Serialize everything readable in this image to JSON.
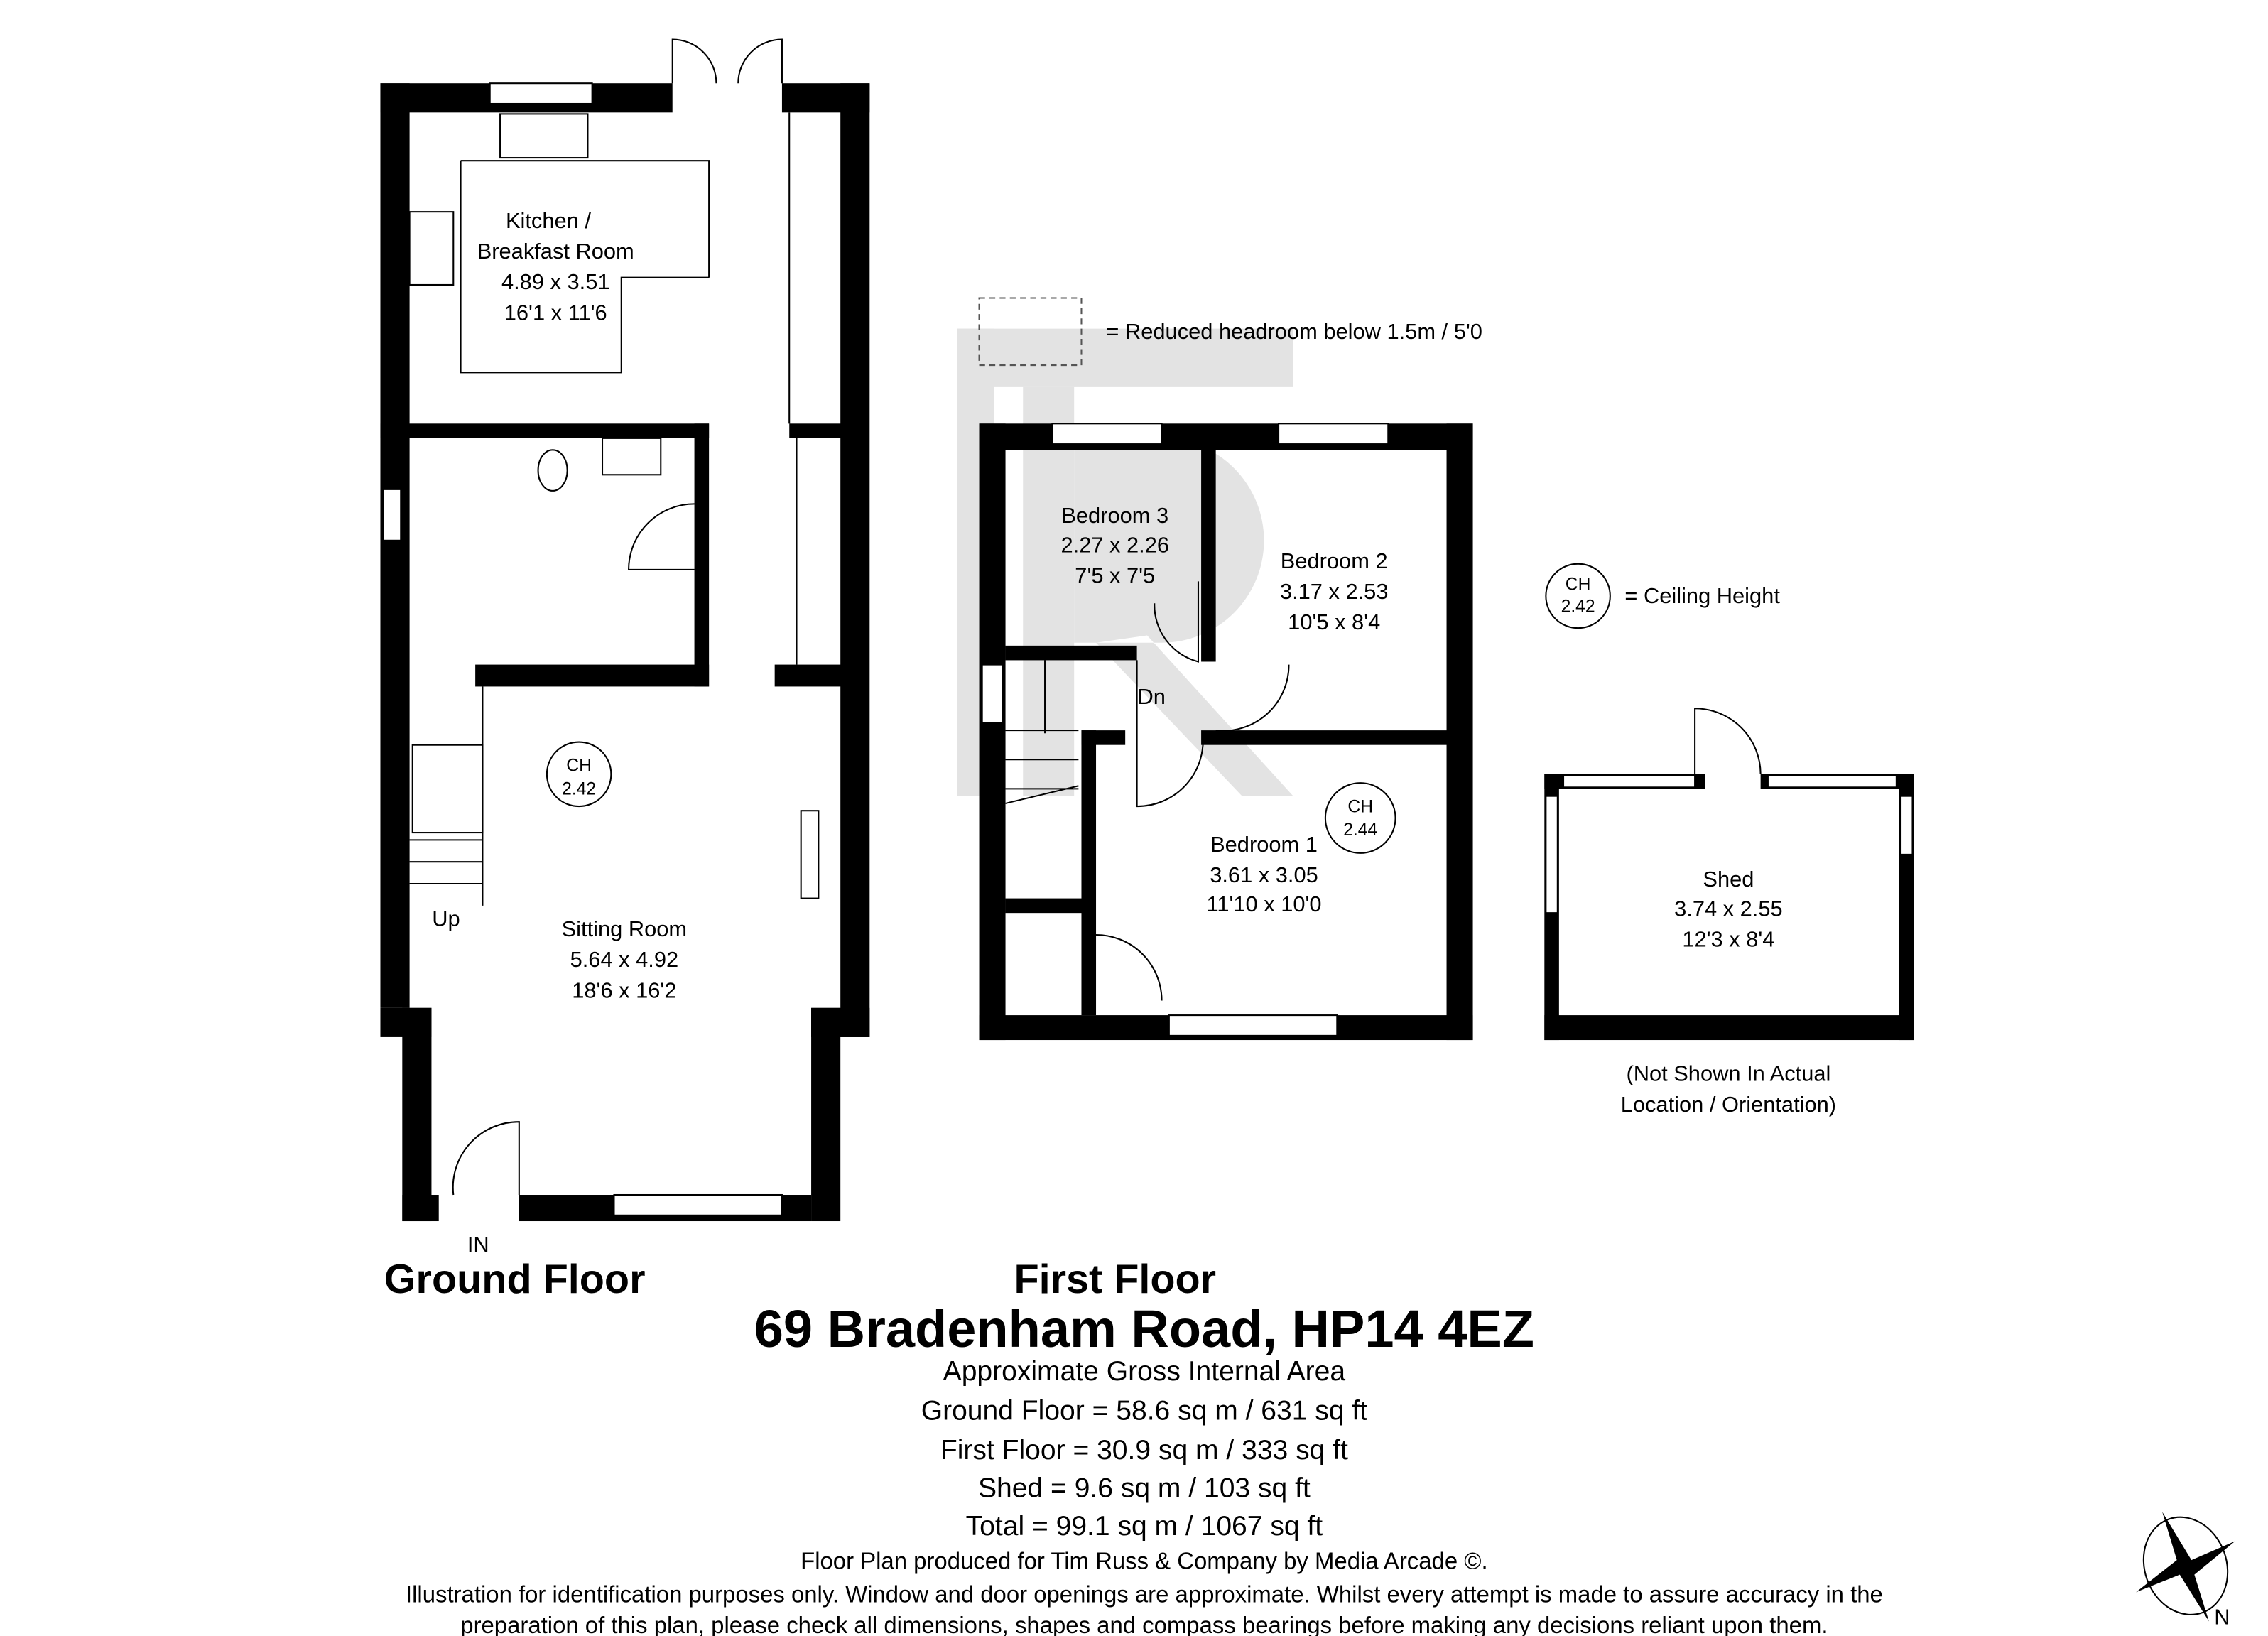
{
  "ground_floor": {
    "heading": "Ground Floor",
    "rooms": [
      {
        "name": "Kitchen /",
        "name2": "Breakfast Room",
        "metric": "4.89 x 3.51",
        "imperial": "16'1 x 11'6"
      },
      {
        "name": "Sitting Room",
        "metric": "5.64 x 4.92",
        "imperial": "18'6 x 16'2"
      }
    ],
    "stairs_label": "Up",
    "entrance_label": "IN",
    "ceiling": {
      "label": "CH",
      "value": "2.42"
    }
  },
  "first_floor": {
    "heading": "First Floor",
    "rooms": [
      {
        "name": "Bedroom 3",
        "metric": "2.27 x 2.26",
        "imperial": "7'5 x 7'5"
      },
      {
        "name": "Bedroom 2",
        "metric": "3.17 x 2.53",
        "imperial": "10'5 x 8'4"
      },
      {
        "name": "Bedroom 1",
        "metric": "3.61 x 3.05",
        "imperial": "11'10 x 10'0"
      }
    ],
    "stairs_label": "Dn",
    "ceiling": {
      "label": "CH",
      "value": "2.44"
    }
  },
  "shed": {
    "name": "Shed",
    "metric": "3.74 x 2.55",
    "imperial": "12'3 x 8'4",
    "note_line1": "(Not Shown In Actual",
    "note_line2": "Location / Orientation)"
  },
  "legend": {
    "reduced_headroom": "= Reduced headroom below 1.5m / 5'0",
    "ceiling_height": "= Ceiling Height",
    "ch_label": "CH",
    "ch_value": "2.42"
  },
  "title": "69 Bradenham Road, HP14 4EZ",
  "areas": {
    "heading": "Approximate Gross Internal Area",
    "ground": "Ground Floor = 58.6 sq m / 631 sq ft",
    "first": "First Floor = 30.9 sq m / 333 sq ft",
    "shed": "Shed = 9.6 sq m / 103 sq ft",
    "total": "Total = 99.1 sq m / 1067 sq ft"
  },
  "credit": "Floor Plan produced for Tim Russ & Company by Media Arcade ©.",
  "disclaimer_line1": "Illustration for identification purposes only. Window and door openings are approximate. Whilst every attempt is made to assure accuracy in the",
  "disclaimer_line2": "preparation of this plan, please check all dimensions, shapes and compass bearings before making any decisions reliant upon them.",
  "compass": {
    "label": "N"
  },
  "watermark": "TR"
}
